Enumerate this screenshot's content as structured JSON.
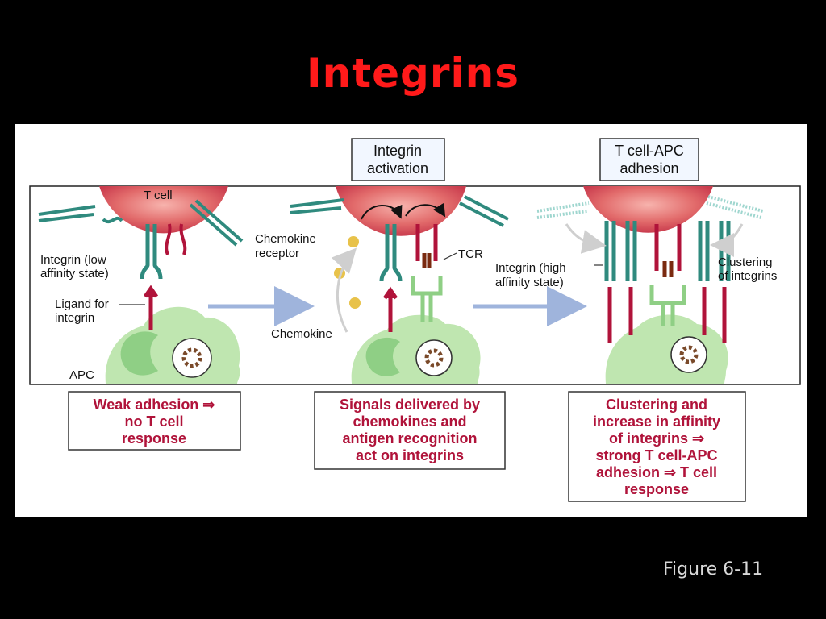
{
  "slide": {
    "title": "Integrins",
    "figure_label": "Figure 6-11"
  },
  "colors": {
    "title": "#ff1a1a",
    "tcell": "#d94a56",
    "apc": "#bfe6b0",
    "integrin": "#2f8a7e",
    "ligand": "#b0133a",
    "arrow": "#9fb4dc",
    "caption_text": "#b0133a"
  },
  "diagram": {
    "headers": {
      "integrin_activation": [
        "Integrin",
        "activation"
      ],
      "tcell_apc_adhesion": [
        "T cell-APC",
        "adhesion"
      ]
    },
    "labels": {
      "tcell": "T cell",
      "integrin_low": [
        "Integrin (low",
        "affinity state)"
      ],
      "ligand": [
        "Ligand for",
        "integrin"
      ],
      "apc": "APC",
      "chemokine_receptor": [
        "Chemokine",
        "receptor"
      ],
      "chemokine": "Chemokine",
      "tcr": "TCR",
      "integrin_high": [
        "Integrin (high",
        "affinity state)"
      ],
      "clustering": [
        "Clustering",
        "of integrins"
      ]
    },
    "captions": {
      "left": [
        "Weak adhesion ⇒",
        "no T cell",
        "response"
      ],
      "middle": [
        "Signals delivered by",
        "chemokines and",
        "antigen recognition",
        "act on integrins"
      ],
      "right": [
        "Clustering and",
        "increase in affinity",
        "of integrins ⇒",
        "strong T cell-APC",
        "adhesion ⇒ T cell",
        "response"
      ]
    }
  }
}
